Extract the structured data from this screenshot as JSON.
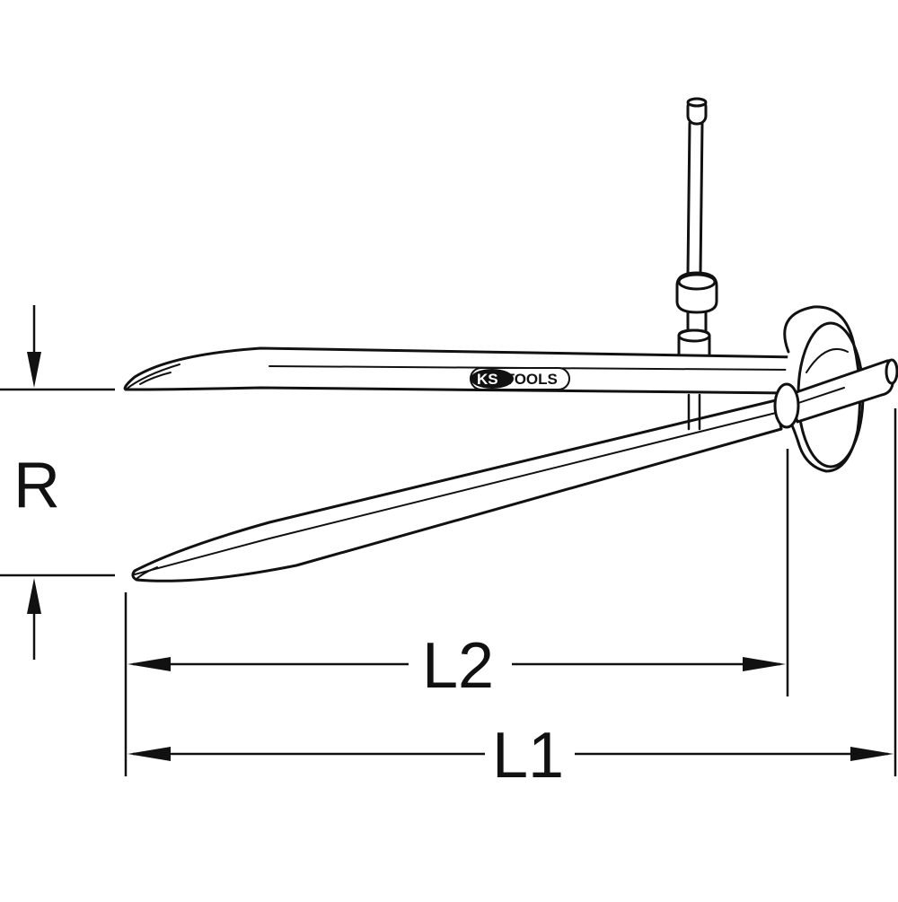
{
  "drawing": {
    "subject": "",
    "brand_logo": "KS TOOLS",
    "dimensions": {
      "radius_label": "R",
      "length_short_label": "L2",
      "length_total_label": "L1"
    },
    "colors": {
      "line": "#111111",
      "background": "#ffffff"
    }
  }
}
